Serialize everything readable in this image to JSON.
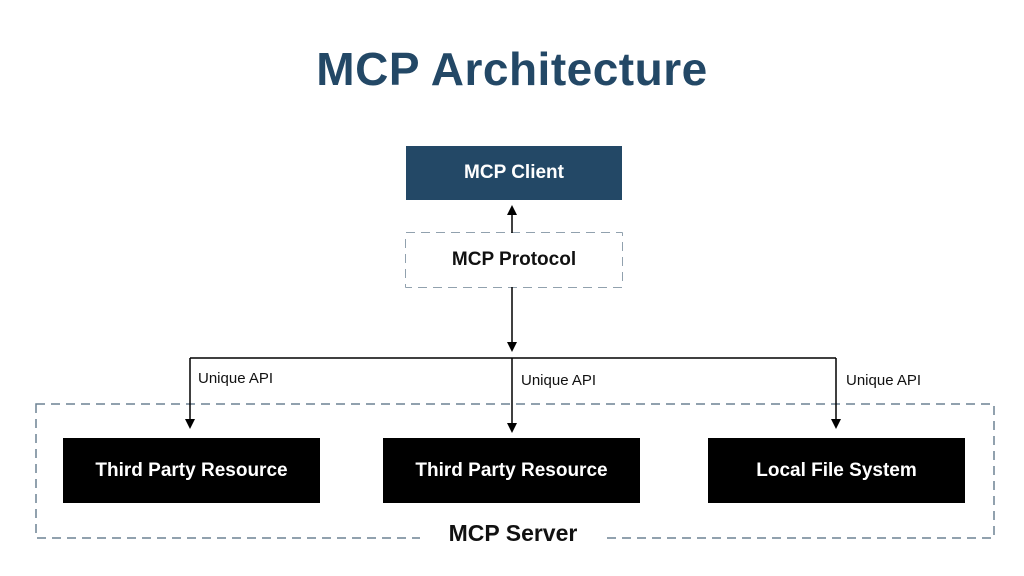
{
  "title": "MCP Architecture",
  "client": {
    "label": "MCP Client"
  },
  "protocol": {
    "label": "MCP Protocol"
  },
  "server": {
    "label": "MCP Server"
  },
  "resources": [
    {
      "label": "Third Party Resource",
      "api_label": "Unique API"
    },
    {
      "label": "Third Party Resource",
      "api_label": "Unique API"
    },
    {
      "label": "Local File System",
      "api_label": "Unique API"
    }
  ],
  "colors": {
    "title": "#234866",
    "client_fill": "#234866",
    "resource_fill": "#000000",
    "dashed_border": "#6d8293",
    "connector": "#000000"
  }
}
